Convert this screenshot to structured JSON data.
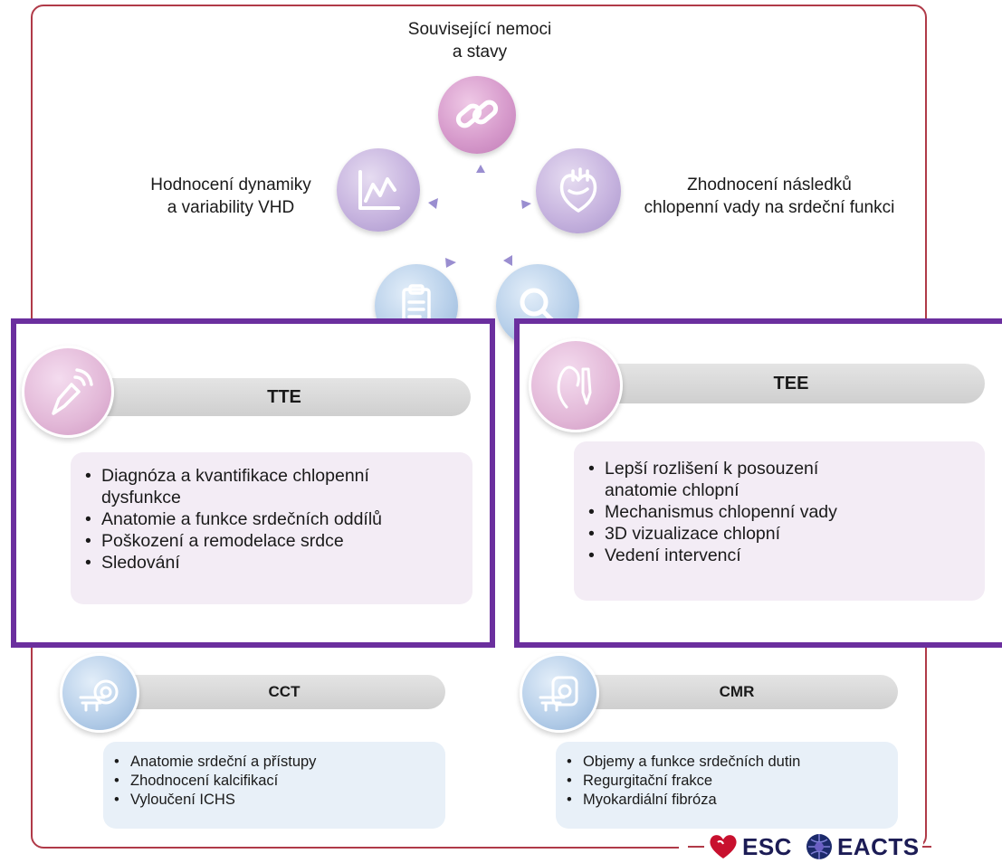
{
  "top": {
    "related": "Související nemoci\na stavy",
    "left": "Hodnocení dynamiky\na variability VHD",
    "right": "Zhodnocení následků\nchlopenní vady na srdeční funkci"
  },
  "tte": {
    "title": "TTE",
    "items": [
      "Diagnóza a kvantifikace chlopenní\ndysfunkce",
      "Anatomie a funkce srdečních oddílů",
      "Poškození a remodelace srdce",
      "Sledování"
    ]
  },
  "tee": {
    "title": "TEE",
    "items": [
      "Lepší rozlišení k posouzení\nanatomie chlopní",
      "Mechanismus chlopenní vady",
      "3D vizualizace chlopní",
      "Vedení intervencí"
    ]
  },
  "cct": {
    "title": "CCT",
    "items": [
      "Anatomie srdeční a přístupy",
      "Zhodnocení kalcifikací",
      "Vyloučení ICHS"
    ]
  },
  "cmr": {
    "title": "CMR",
    "items": [
      "Objemy a funkce srdečních dutin",
      "Regurgitační frakce",
      "Myokardiální fibróza"
    ]
  },
  "logos": {
    "esc": "ESC",
    "eacts": "EACTS"
  },
  "colors": {
    "frame": "#b03a48",
    "highlight": "#6b2f9e",
    "tri": "#9a8ed0"
  },
  "icons": {
    "related": "chain-link-icon",
    "dynamics": "line-chart-icon",
    "consequences": "heart-icon",
    "clipboard": "clipboard-icon",
    "search": "magnifier-icon",
    "tte": "ultrasound-probe-icon",
    "tee": "tee-probe-icon",
    "cct": "ct-scanner-icon",
    "cmr": "mri-scanner-icon"
  }
}
